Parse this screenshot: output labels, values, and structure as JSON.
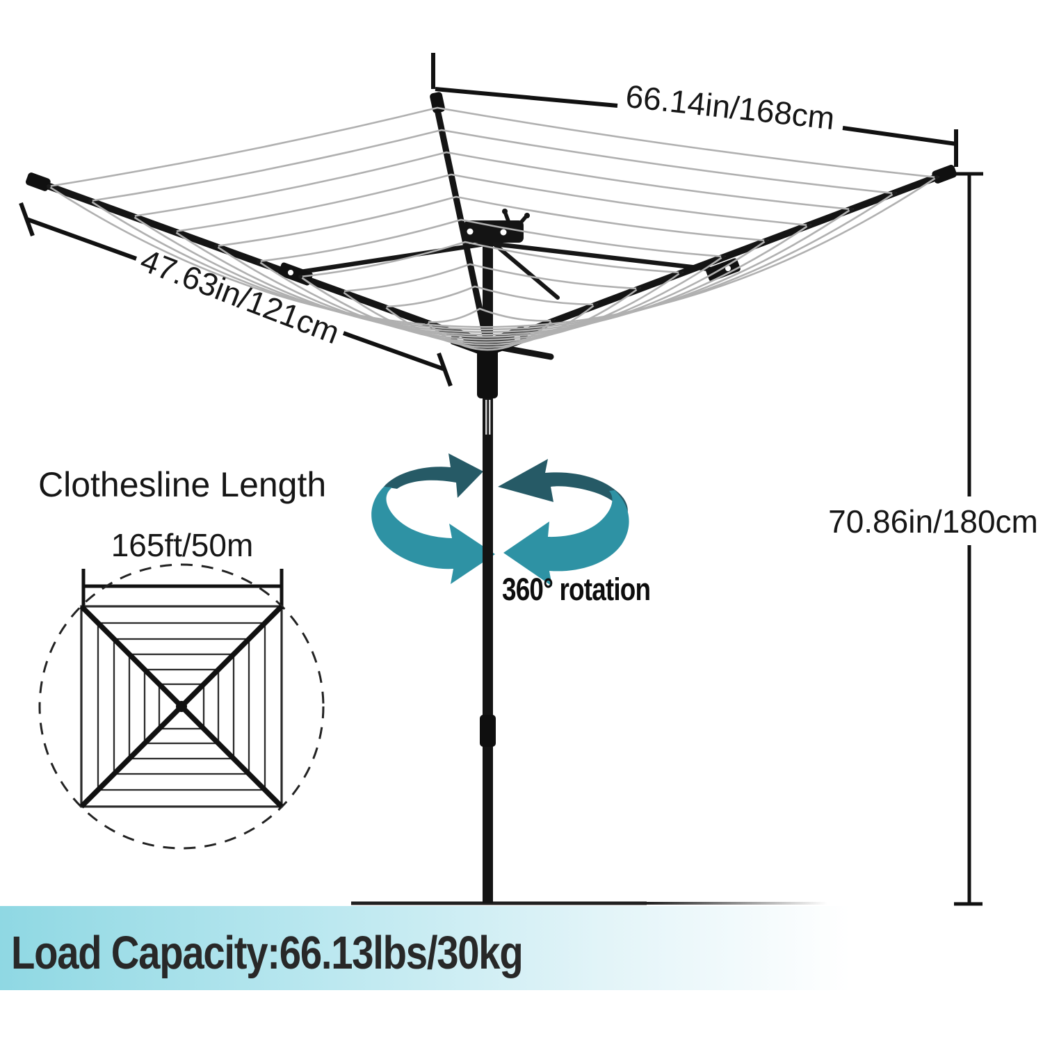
{
  "figure": {
    "subject": "4-arm rotary umbrella outdoor clothesline dryer with dimension callouts"
  },
  "dimensions": {
    "top_arm_span": "66.14in/168cm",
    "side_arm_length": "47.63in/121cm",
    "pole_height": "70.86in/180cm"
  },
  "clothesline": {
    "title": "Clothesline Length",
    "total_length": "165ft/50m"
  },
  "rotation": {
    "label": "360° rotation"
  },
  "load": {
    "label": "Load Capacity:66.13lbs/30kg"
  },
  "icons": {
    "rotation_arrows": "circular-rotation-arrows"
  },
  "colors": {
    "frame_black": "#141414",
    "line_gray": "#b0b0b0",
    "arrow_teal": "#2E92A4",
    "arrow_teal_dark": "#265A66",
    "banner_teal": "#8FD8E3",
    "text_black": "#161616"
  }
}
